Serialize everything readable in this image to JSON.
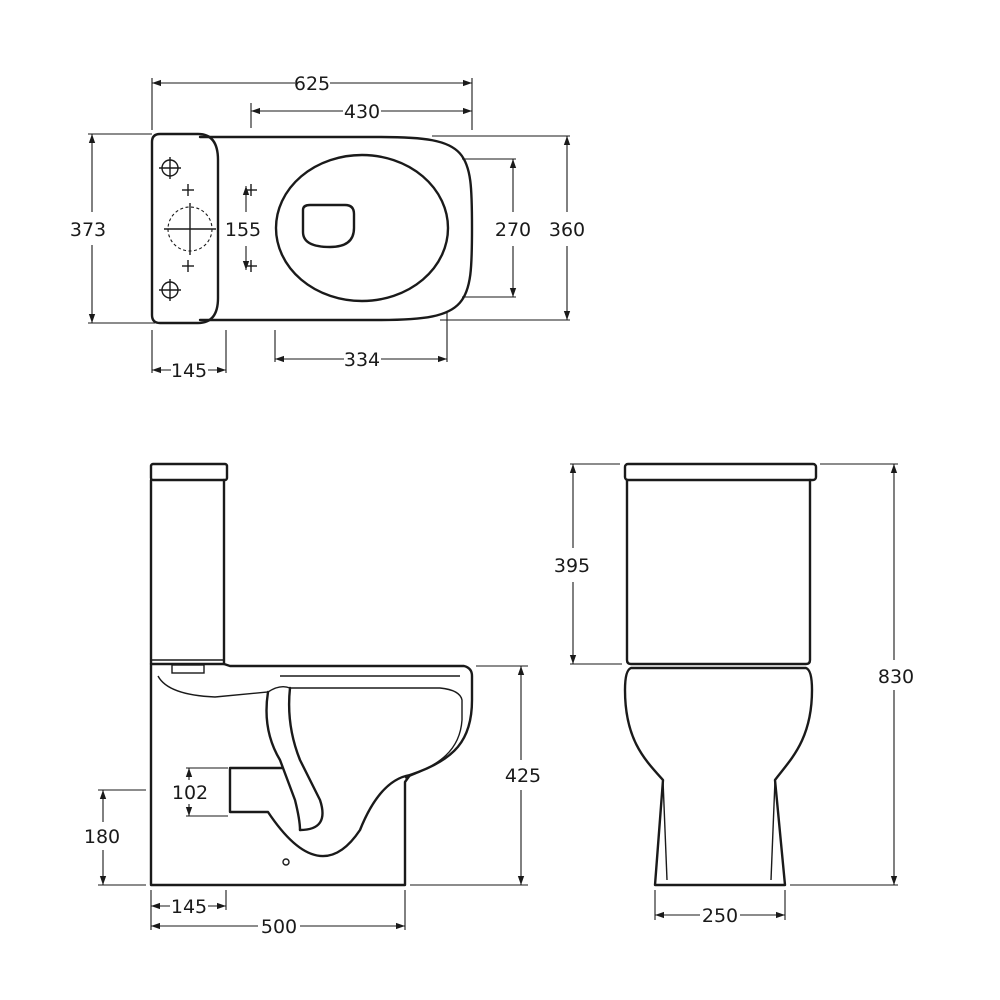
{
  "dimensions": {
    "top_overall_length": "625",
    "top_seat_length": "430",
    "top_depth_373": "373",
    "top_fixing_155": "155",
    "top_seat_width_270": "270",
    "top_bowl_width_360": "360",
    "top_cistern_145": "145",
    "top_seat_offset_334": "334",
    "side_outlet_102": "102",
    "side_outlet_height_180": "180",
    "side_pan_height_425": "425",
    "side_outlet_offset_145": "145",
    "side_length_500": "500",
    "front_cistern_395": "395",
    "front_height_830": "830",
    "front_base_250": "250"
  }
}
